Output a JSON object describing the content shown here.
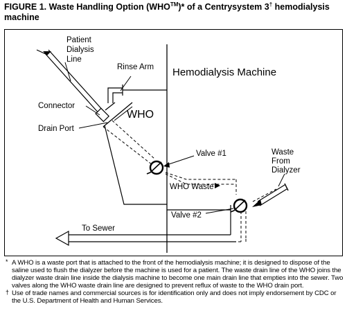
{
  "figure": {
    "label": "FIGURE 1.",
    "title_part1": "Waste Handling Option (WHO",
    "title_tm": "TM",
    "title_part2": ")* of a Centrysystem 3",
    "title_dagger": "†",
    "title_part3": " hemodialysis",
    "title_line2": "machine"
  },
  "diagram": {
    "patient_line_label": [
      "Patient",
      "Dialysis",
      "Line"
    ],
    "rinse_arm_label": "Rinse Arm",
    "machine_label": "Hemodialysis Machine",
    "connector_label": "Connector",
    "who_label": "WHO",
    "drain_port_label": "Drain Port",
    "valve1_label": "Valve #1",
    "waste_from_dialyzer_label": [
      "Waste",
      "From",
      "Dialyzer"
    ],
    "who_waste_label": "WHO Waste",
    "valve2_label": "Valve #2",
    "to_sewer_label": "To Sewer"
  },
  "footnotes": {
    "star_mark": "*",
    "star_text": "A WHO is a waste port that is attached to the front of the hemodialysis machine; it is designed to dispose of the saline used to flush the dialyzer before the machine is used for a patient. The waste drain line of the WHO joins the dialyzer waste drain line inside the dialysis machine to become one main drain line that empties into the sewer. Two valves along the WHO waste drain line are designed to prevent reflux of waste to the WHO drain port.",
    "dagger_mark": "†",
    "dagger_text": "Use of trade names and commercial sources is for identification only and does not imply endorsement by CDC or the U.S. Department of Health and Human Services."
  }
}
